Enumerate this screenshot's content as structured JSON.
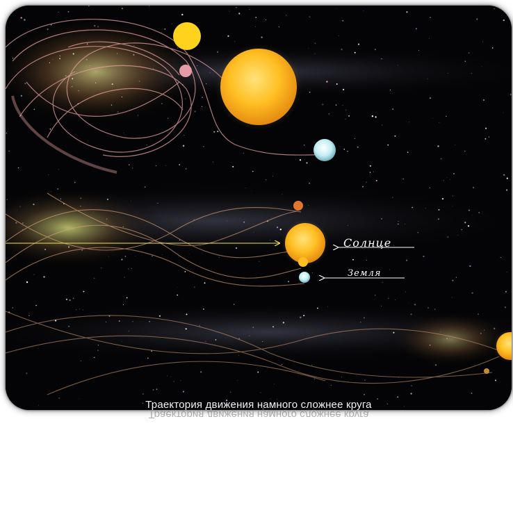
{
  "scene": {
    "sun_label": "Солнце",
    "earth_label": "Земля",
    "caption": "Траектория движения намного сложнее круга"
  },
  "colors": {
    "background": "#040406",
    "sun": "#f9b21c",
    "earth": "#bfe7ee",
    "orbit_trail": "#e3a0a0",
    "pointer_line": "#f2e64a"
  },
  "icons": [
    "sun-icon",
    "earth-icon",
    "planet-icon",
    "arrow-left-icon"
  ]
}
